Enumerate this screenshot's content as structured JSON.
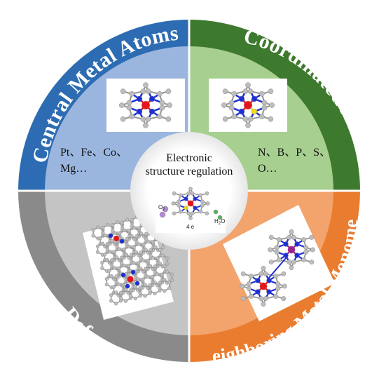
{
  "quadrants": {
    "top_left": {
      "ring_label": "Central Metal Atoms",
      "text_line1": "Pt、Fe、Co、",
      "text_line2": "Mg…",
      "ring_color": "#2d6cb2",
      "fill_color": "#9bb6de"
    },
    "top_right": {
      "ring_label": "Coordinated Atoms",
      "text_line1": "N、B、P、S、",
      "text_line2": "O…",
      "ring_color": "#3e7a2e",
      "fill_color": "#a7cf8f"
    },
    "bottom_left": {
      "ring_label": "Defects",
      "ring_color": "#8a8a8a",
      "fill_color": "#c4c4c4"
    },
    "bottom_right": {
      "ring_label": "Neighboring Metal Monomers",
      "ring_color": "#ea7c2f",
      "fill_color": "#f3a36c"
    }
  },
  "center": {
    "title_line1": "Electronic",
    "title_line2": "structure regulation",
    "label_o2": "O",
    "label_o2_sub": "2",
    "label_h2o": "H",
    "label_h2o_sub": "2",
    "label_h2o_end": "O",
    "label_electrons": "4 e"
  },
  "colors": {
    "metal_atom": "#e8141a",
    "nitrogen_atom": "#1e2fd6",
    "carbon_atom": "#bdbdbd",
    "dopant_atom": "#f2dc18",
    "second_metal": "#a0208f"
  }
}
